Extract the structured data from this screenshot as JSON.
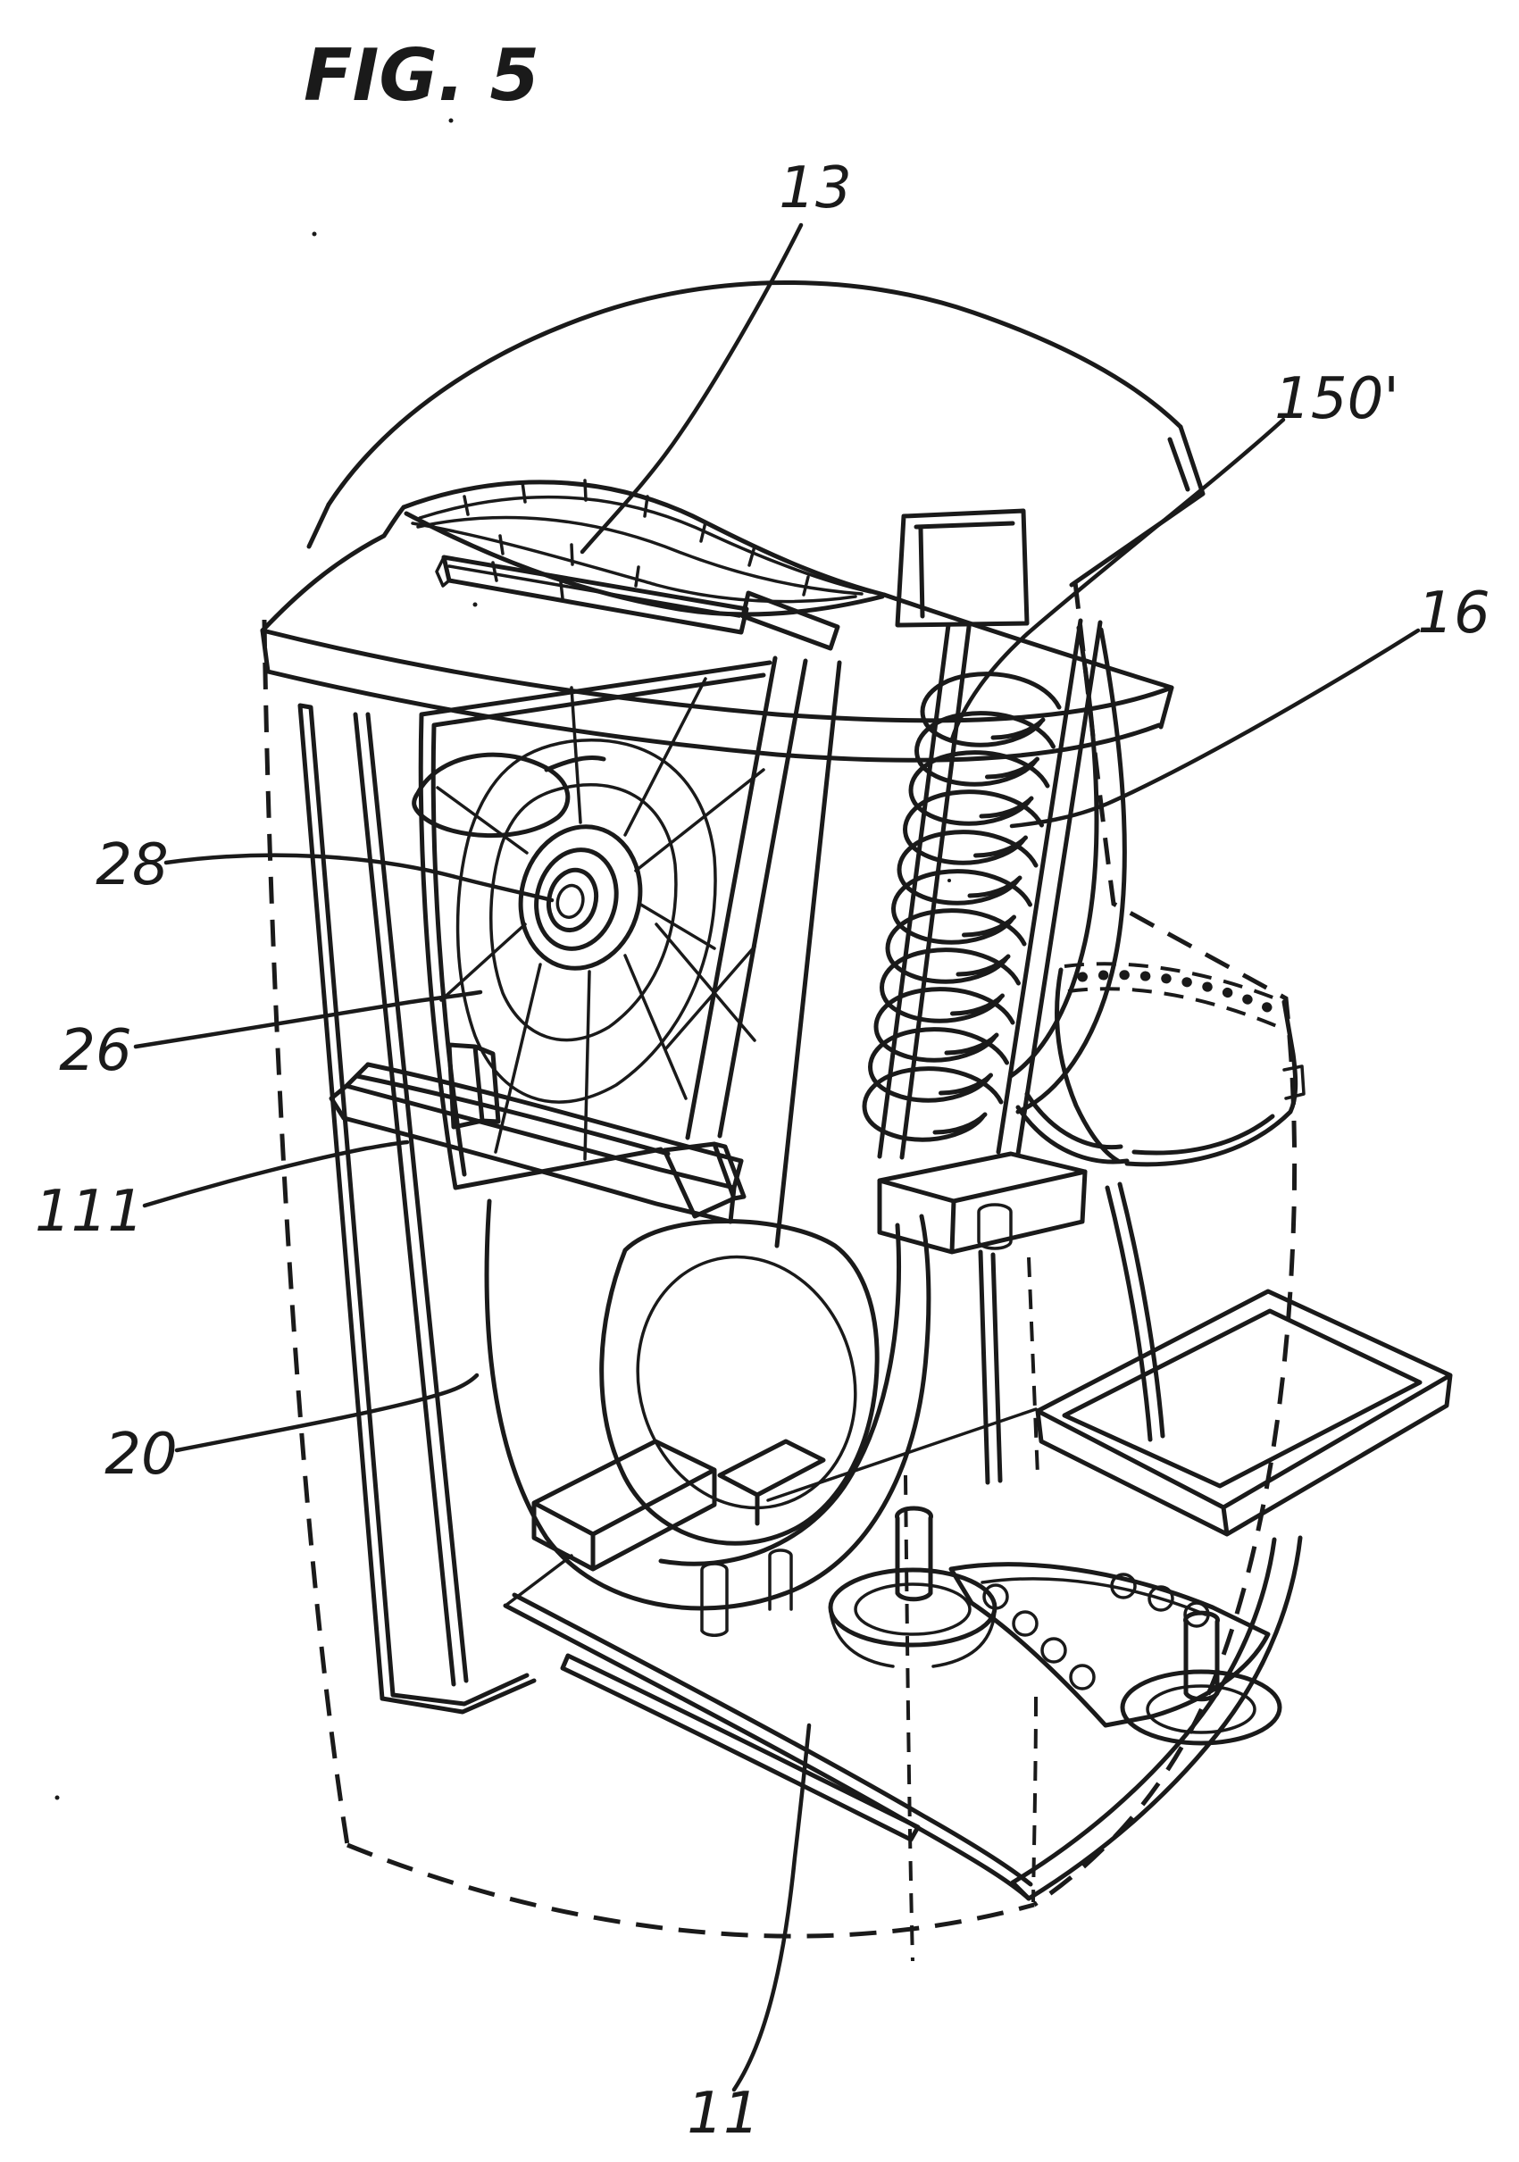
{
  "figure": {
    "title": "FIG. 5"
  },
  "callouts": [
    {
      "ref": "13"
    },
    {
      "ref": "150'"
    },
    {
      "ref": "16"
    },
    {
      "ref": "28"
    },
    {
      "ref": "26"
    },
    {
      "ref": "111"
    },
    {
      "ref": "20"
    },
    {
      "ref": "11"
    }
  ],
  "colors": {
    "ink": "#1a1a1a",
    "background": "#ffffff"
  }
}
